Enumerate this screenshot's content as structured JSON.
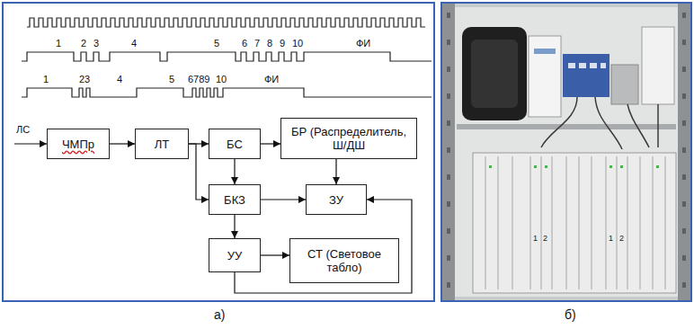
{
  "diagram": {
    "nodes": [
      {
        "text": [
          "ЧМПр"
        ]
      },
      {
        "text": [
          "ЛТ"
        ]
      },
      {
        "text": [
          "БС"
        ]
      },
      {
        "text": [
          "БР (Распределитель, Ш/ДШ"
        ]
      },
      {
        "text": [
          "БКЗ"
        ]
      },
      {
        "text": [
          "ЗУ"
        ]
      },
      {
        "text": [
          "УУ"
        ]
      },
      {
        "text": [
          "СТ (Световое табло)"
        ]
      }
    ],
    "edges": [
      {
        "from": 0,
        "to": 1,
        "arrow": "to"
      },
      {
        "from": 1,
        "to": 2,
        "arrow": "to"
      },
      {
        "from": 1,
        "to": 4,
        "arrow": "to"
      },
      {
        "from": 2,
        "to": 3,
        "arrow": "to"
      },
      {
        "from": 2,
        "to": 4,
        "arrow": "to"
      },
      {
        "from": 4,
        "to": 5,
        "arrow": "to"
      },
      {
        "from": 3,
        "to": 5,
        "arrow": "to"
      },
      {
        "from": 4,
        "to": 6,
        "arrow": "to"
      },
      {
        "from": 6,
        "to": 7,
        "arrow": "to"
      },
      {
        "from": 6,
        "to": 5,
        "arrow": "to"
      }
    ],
    "labels": [
      "1",
      "2",
      "3",
      "4",
      "5",
      "6",
      "7",
      "8",
      "9",
      "10",
      "ФИ",
      "1",
      "23",
      "4",
      "5",
      "6789",
      "10",
      "ФИ",
      "ЛС",
      "1",
      "2",
      "1",
      "2",
      "а)",
      "б)"
    ]
  }
}
